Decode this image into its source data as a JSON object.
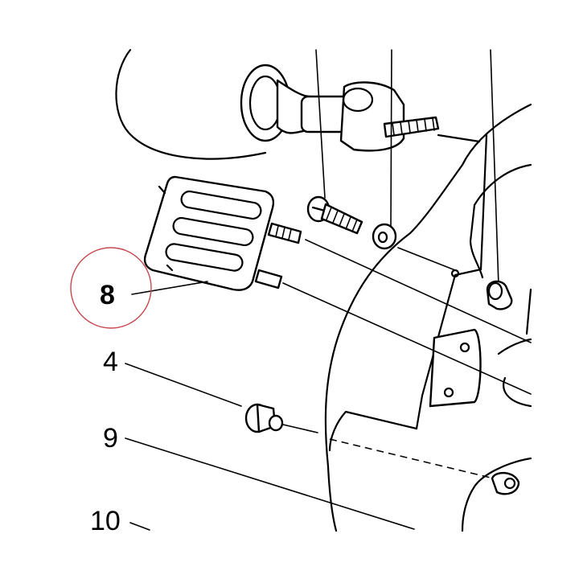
{
  "callouts": [
    {
      "id": "8",
      "label": "8",
      "highlighted": true
    },
    {
      "id": "4",
      "label": "4",
      "highlighted": false
    },
    {
      "id": "9",
      "label": "9",
      "highlighted": false
    },
    {
      "id": "10",
      "label": "10",
      "highlighted": false
    }
  ],
  "highlight_color": "#c8474f"
}
